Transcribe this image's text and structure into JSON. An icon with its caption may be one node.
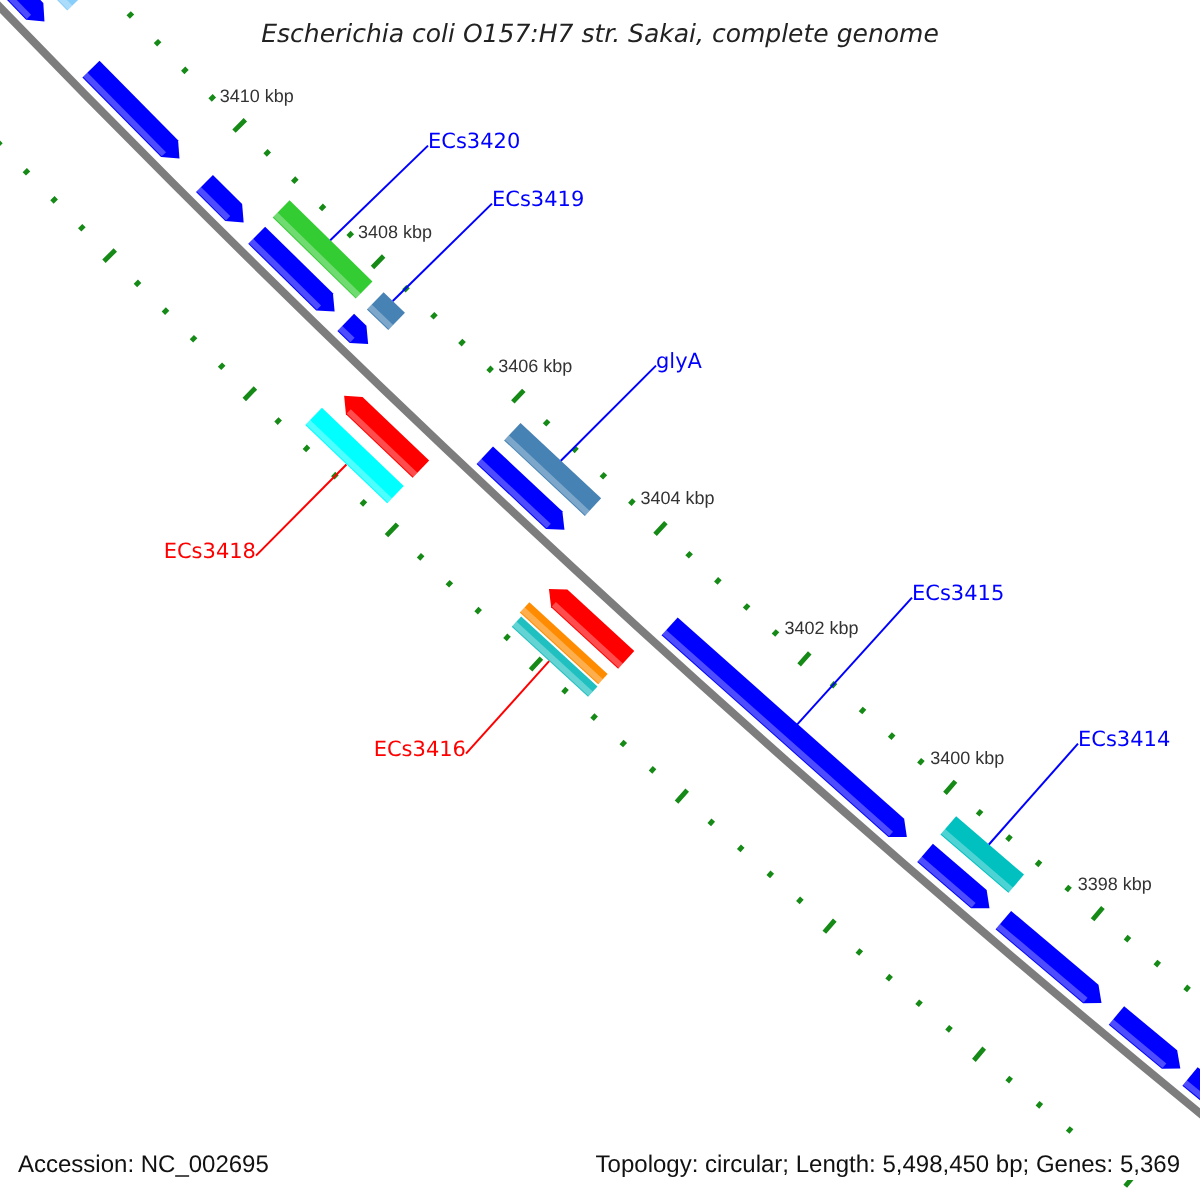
{
  "diagram": {
    "title": "Escherichia coli O157:H7 str. Sakai, complete genome",
    "nodes": [
      {
        "text": [
          "ECs3420"
        ]
      },
      {
        "text": [
          "ECs3419"
        ]
      },
      {
        "text": [
          "glyA"
        ]
      },
      {
        "text": [
          "ECs3418"
        ]
      },
      {
        "text": [
          "ECs3415"
        ]
      },
      {
        "text": [
          "ECs3414"
        ]
      },
      {
        "text": [
          "ECs3416"
        ]
      },
      {
        "text": [],
        "shape": "bar"
      },
      {
        "text": [],
        "shape": "bar"
      },
      {
        "text": [],
        "shape": "bar"
      },
      {
        "text": [],
        "shape": "bar"
      },
      {
        "text": [],
        "shape": "bar"
      },
      {
        "text": [],
        "shape": "bar"
      },
      {
        "text": [],
        "shape": "bar"
      }
    ],
    "edges": [
      {
        "from": 0,
        "to": 7,
        "arrow": "none"
      },
      {
        "from": 1,
        "to": 9,
        "arrow": "none"
      },
      {
        "from": 2,
        "to": 10,
        "arrow": "none"
      },
      {
        "from": 3,
        "to": 8,
        "arrow": "none",
        "color": "#ff0000"
      },
      {
        "from": 4,
        "to": 12,
        "arrow": "none"
      },
      {
        "from": 5,
        "to": 13,
        "arrow": "none"
      },
      {
        "from": 6,
        "to": 11,
        "arrow": "none",
        "color": "#ff0000"
      }
    ],
    "labels": [
      "3410 kbp",
      "3408 kbp",
      "3406 kbp",
      "3404 kbp",
      "3402 kbp",
      "3400 kbp",
      "3398 kbp",
      "Accession: NC_002695",
      "Topology: circular; Length: 5,498,450 bp; Genes: 5,369"
    ]
  }
}
